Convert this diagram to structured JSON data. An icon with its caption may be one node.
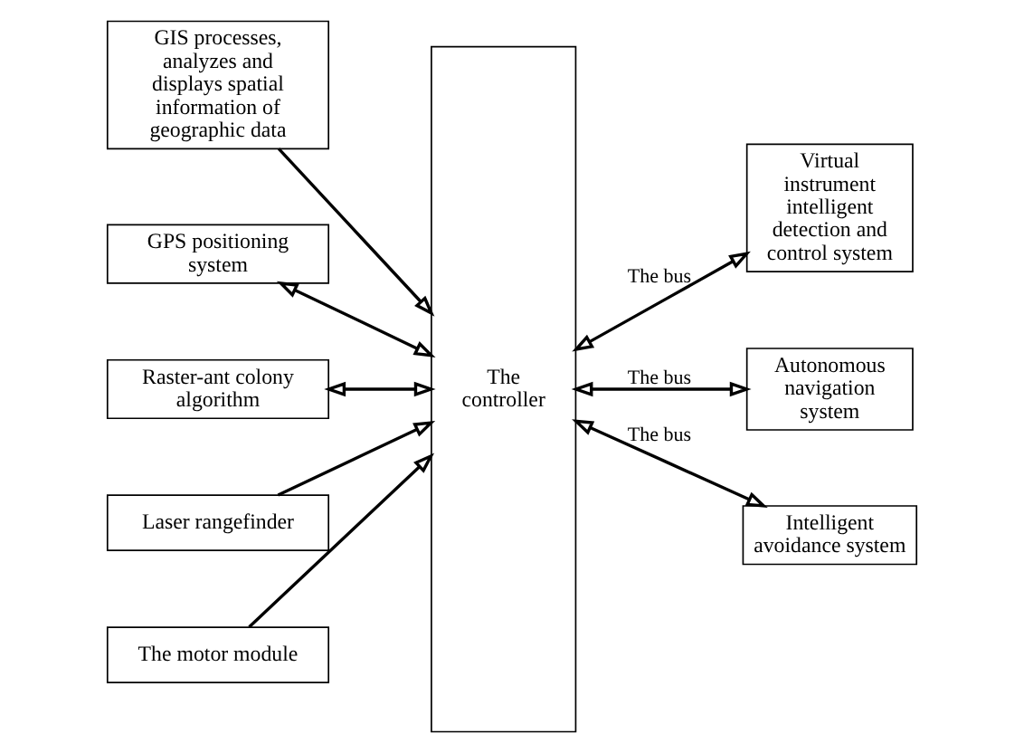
{
  "diagram": {
    "nodes": [
      {
        "text": [
          "GIS processes, analyzes and displays spatial information of geographic data"
        ]
      },
      {
        "text": [
          "GPS positioning system"
        ]
      },
      {
        "text": [
          "Raster-ant colony algorithm"
        ]
      },
      {
        "text": [
          "Laser rangefinder"
        ]
      },
      {
        "text": [
          "The motor module"
        ]
      },
      {
        "text": [
          "The controller"
        ]
      },
      {
        "text": [
          "Virtual instrument intelligent detection and control system"
        ]
      },
      {
        "text": [
          "Autonomous navigation system"
        ]
      },
      {
        "text": [
          "Intelligent avoidance system"
        ]
      }
    ],
    "edges": [
      {
        "from": 0,
        "to": 5,
        "arrow": "to"
      },
      {
        "from": 1,
        "to": 5,
        "arrow": "both"
      },
      {
        "from": 2,
        "to": 5,
        "arrow": "both"
      },
      {
        "from": 3,
        "to": 5,
        "arrow": "to"
      },
      {
        "from": 4,
        "to": 5,
        "arrow": "to"
      },
      {
        "from": 5,
        "to": 6,
        "arrow": "both",
        "label": "The bus"
      },
      {
        "from": 5,
        "to": 7,
        "arrow": "both",
        "label": "The bus"
      },
      {
        "from": 5,
        "to": 8,
        "arrow": "both",
        "label": "The bus"
      }
    ]
  }
}
